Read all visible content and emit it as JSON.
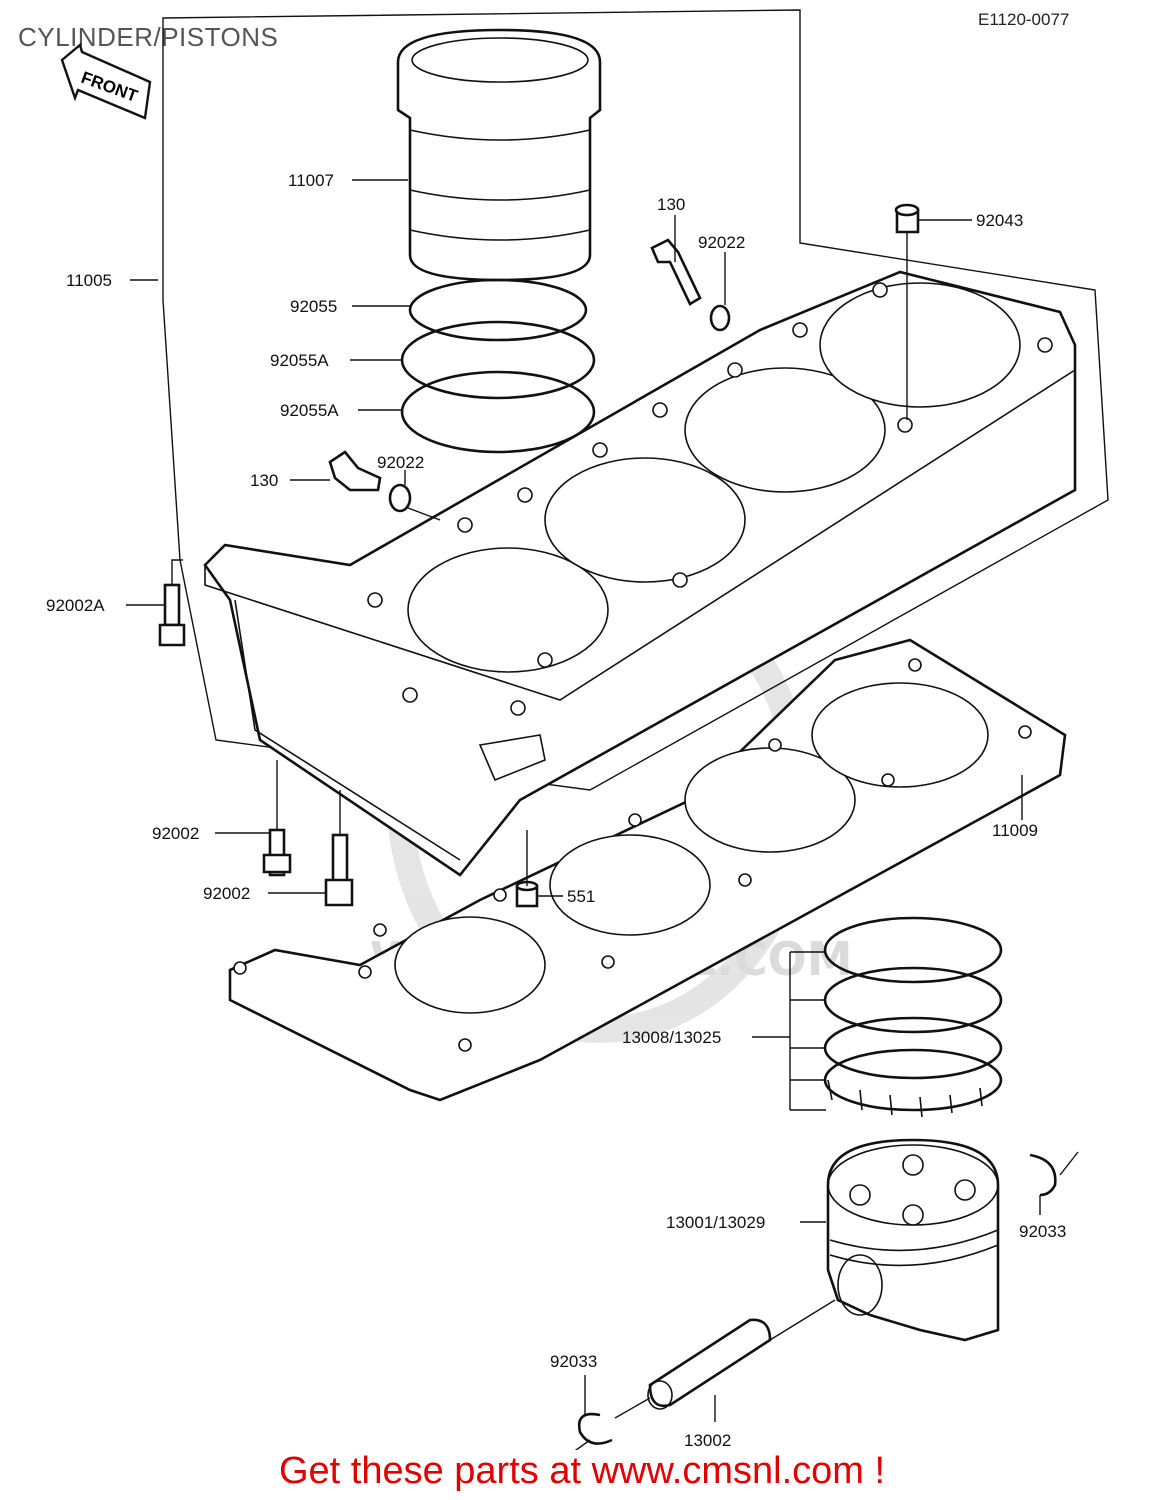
{
  "diagram": {
    "title": "CYLINDER/PISTONS",
    "code": "E1120-0077",
    "front_label": "FRONT",
    "watermark": "WWW.CMSNL.COM",
    "labels": {
      "p11007": "11007",
      "p11005": "11005",
      "p92055": "92055",
      "p92055A_1": "92055A",
      "p92055A_2": "92055A",
      "p130_top": "130",
      "p92022_top": "92022",
      "p92043": "92043",
      "p130_left": "130",
      "p92022_left": "92022",
      "p92002A": "92002A",
      "p92002_1": "92002",
      "p92002_2": "92002",
      "p11009": "11009",
      "p551": "551",
      "p13008": "13008/13025",
      "p13001": "13001/13029",
      "p92033_right": "92033",
      "p92033_left": "92033",
      "p13002": "13002"
    }
  },
  "footer": {
    "text": "Get these parts at www.cmsnl.com !"
  }
}
